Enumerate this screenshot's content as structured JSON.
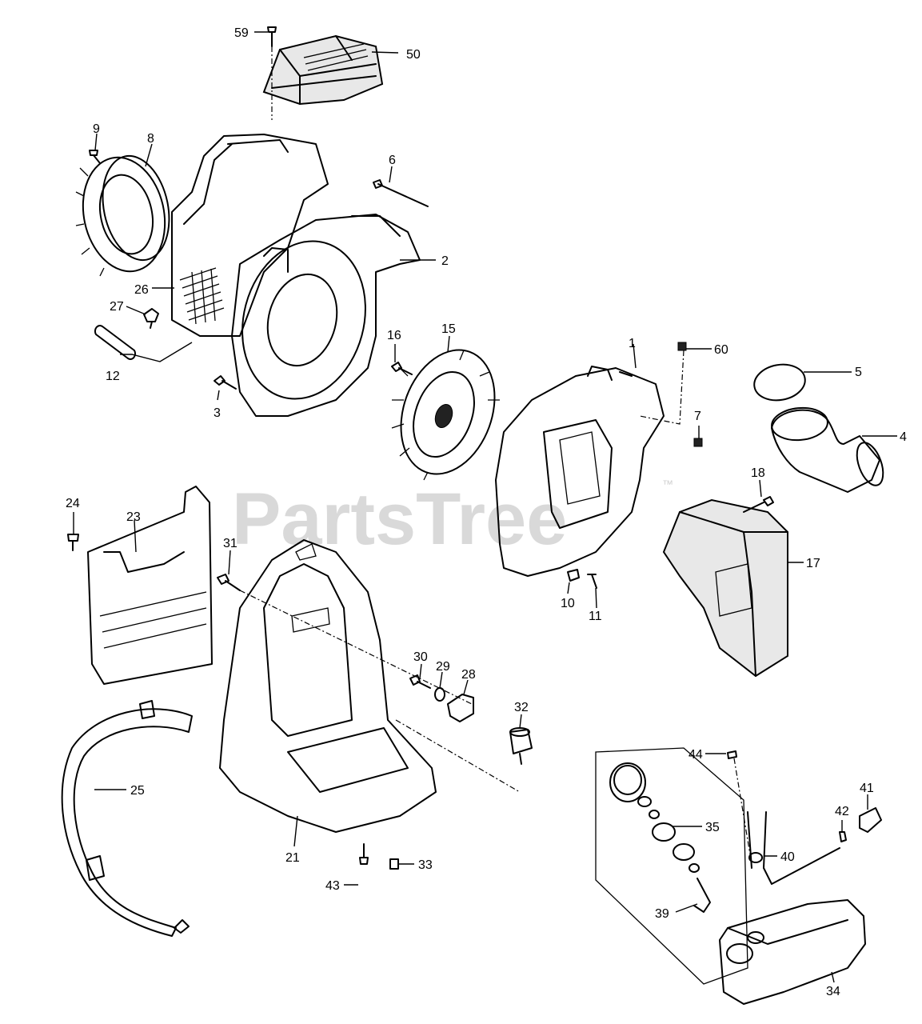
{
  "watermark": {
    "text": "PartsTree",
    "trademark": "™"
  },
  "callouts": [
    {
      "id": "59",
      "label": "59"
    },
    {
      "id": "50",
      "label": "50"
    },
    {
      "id": "9",
      "label": "9"
    },
    {
      "id": "8",
      "label": "8"
    },
    {
      "id": "6",
      "label": "6"
    },
    {
      "id": "2",
      "label": "2"
    },
    {
      "id": "26",
      "label": "26"
    },
    {
      "id": "27",
      "label": "27"
    },
    {
      "id": "12",
      "label": "12"
    },
    {
      "id": "3",
      "label": "3"
    },
    {
      "id": "16",
      "label": "16"
    },
    {
      "id": "15",
      "label": "15"
    },
    {
      "id": "1",
      "label": "1"
    },
    {
      "id": "60",
      "label": "60"
    },
    {
      "id": "5",
      "label": "5"
    },
    {
      "id": "7",
      "label": "7"
    },
    {
      "id": "4",
      "label": "4"
    },
    {
      "id": "18",
      "label": "18"
    },
    {
      "id": "17",
      "label": "17"
    },
    {
      "id": "10",
      "label": "10"
    },
    {
      "id": "11",
      "label": "11"
    },
    {
      "id": "24",
      "label": "24"
    },
    {
      "id": "23",
      "label": "23"
    },
    {
      "id": "31",
      "label": "31"
    },
    {
      "id": "30",
      "label": "30"
    },
    {
      "id": "29",
      "label": "29"
    },
    {
      "id": "28",
      "label": "28"
    },
    {
      "id": "32",
      "label": "32"
    },
    {
      "id": "25",
      "label": "25"
    },
    {
      "id": "21",
      "label": "21"
    },
    {
      "id": "43",
      "label": "43"
    },
    {
      "id": "33",
      "label": "33"
    },
    {
      "id": "44",
      "label": "44"
    },
    {
      "id": "41",
      "label": "41"
    },
    {
      "id": "35",
      "label": "35"
    },
    {
      "id": "42",
      "label": "42"
    },
    {
      "id": "40",
      "label": "40"
    },
    {
      "id": "39",
      "label": "39"
    },
    {
      "id": "34",
      "label": "34"
    }
  ]
}
